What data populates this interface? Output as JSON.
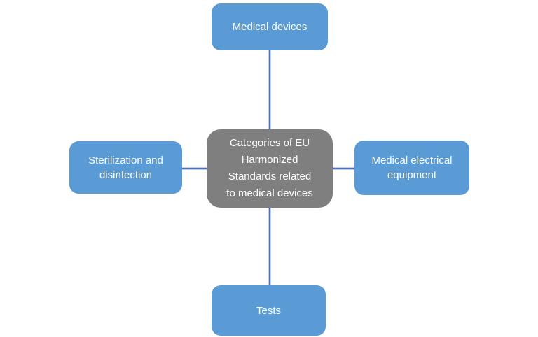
{
  "diagram": {
    "title": "Categories of EU Harmonized Standards related to medical devices",
    "center_node": {
      "label": "Categories of EU\nHarmonized\nStandards related\nto medical devices"
    },
    "top_node": {
      "label": "Medical devices"
    },
    "left_node": {
      "label": "Sterilization and\ndisinfection"
    },
    "right_node": {
      "label": "Medical electrical\nequipment"
    },
    "bottom_node": {
      "label": "Tests"
    },
    "colors": {
      "node_fill": "#5b9bd5",
      "center_fill": "#7f7f7f",
      "connector_color": "#4d72b8",
      "text_color": "#ffffff",
      "background": "#ffffff"
    }
  }
}
